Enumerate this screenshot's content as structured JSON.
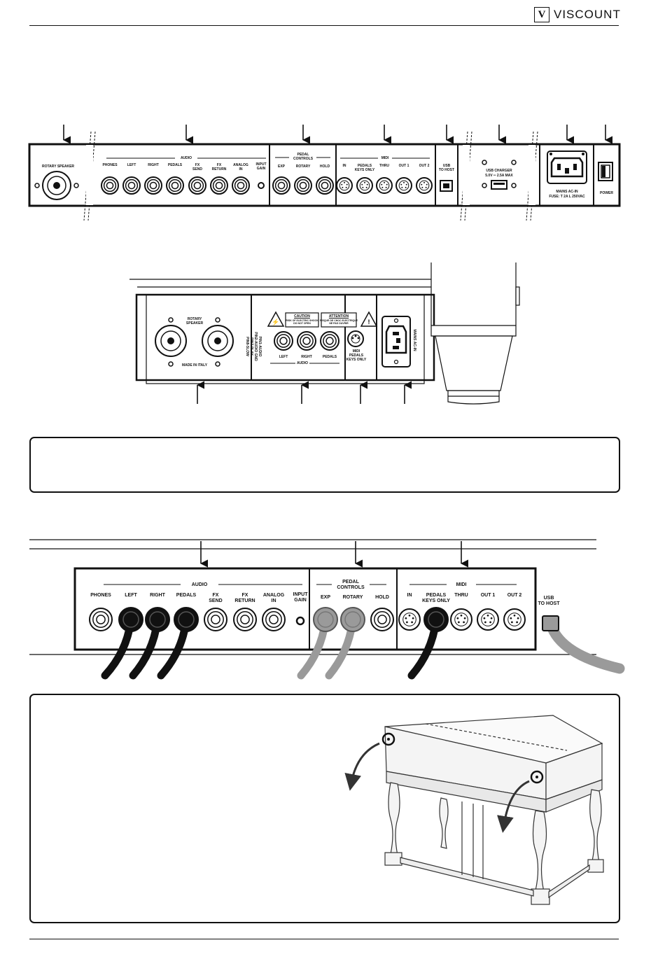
{
  "header": {
    "brand_mark": "V",
    "brand_name": "VISCOUNT"
  },
  "rear_panel": {
    "rotary_speaker": "ROTARY SPEAKER",
    "audio_title": "AUDIO",
    "audio_jacks": [
      "PHONES",
      "LEFT",
      "RIGHT",
      "PEDALS",
      "FX\nSEND",
      "FX\nRETURN",
      "ANALOG\nIN"
    ],
    "input_gain": "INPUT\nGAIN",
    "pedal_title": "PEDAL\nCONTROLS",
    "pedal_jacks": [
      "EXP",
      "ROTARY",
      "HOLD"
    ],
    "midi_title": "MIDI",
    "midi_ports": [
      "IN",
      "PEDALS\nKEYS ONLY",
      "THRU",
      "OUT 1",
      "OUT 2"
    ],
    "usb": "USB\nTO HOST",
    "usb_charger": "USB CHARGER",
    "usb_charger_rating": "5.0V ═ 2.5A MAX",
    "mains": "MAINS  AC-IN",
    "fuse": "FUSE: T 2A L 250VAC",
    "power": "POWER"
  },
  "underside_panel": {
    "rotary_speaker": "ROTARY\nSPEAKER",
    "made_in": "MADE IN ITALY",
    "side_text": "PIN1-AUDIO\nPIN2-AUDIO GND\nPIN7-PLAY\nPIN8-SLOW",
    "caution": "CAUTION",
    "caution_sub": "RISK OF ELECTRIC SHOCK\nDO NOT OPEN",
    "attention": "ATTENTION",
    "attention_sub": "RISQUE DE CHOC ELECTRIQUE\nNE PAS OUVRIR",
    "jacks": [
      "LEFT",
      "RIGHT",
      "PEDALS"
    ],
    "audio": "AUDIO",
    "midi": "MIDI\nPEDALS\nKEYS ONLY",
    "mains": "MAINS  AC-IN"
  },
  "connection_panel": {
    "audio_title": "AUDIO",
    "audio_jacks": [
      "PHONES",
      "LEFT",
      "RIGHT",
      "PEDALS",
      "FX\nSEND",
      "FX\nRETURN",
      "ANALOG\nIN"
    ],
    "input_gain": "INPUT\nGAIN",
    "pedal_title": "PEDAL\nCONTROLS",
    "pedal_jacks": [
      "EXP",
      "ROTARY",
      "HOLD"
    ],
    "midi_title": "MIDI",
    "midi_ports": [
      "IN",
      "PEDALS\nKEYS ONLY",
      "THRU",
      "OUT 1",
      "OUT 2"
    ],
    "usb": "USB\nTO HOST"
  },
  "colors": {
    "ink": "#111111",
    "cable_black": "#111111",
    "cable_grey": "#9a9a9a",
    "furniture_stroke": "#333333",
    "furniture_fill": "#f4f4f4"
  }
}
